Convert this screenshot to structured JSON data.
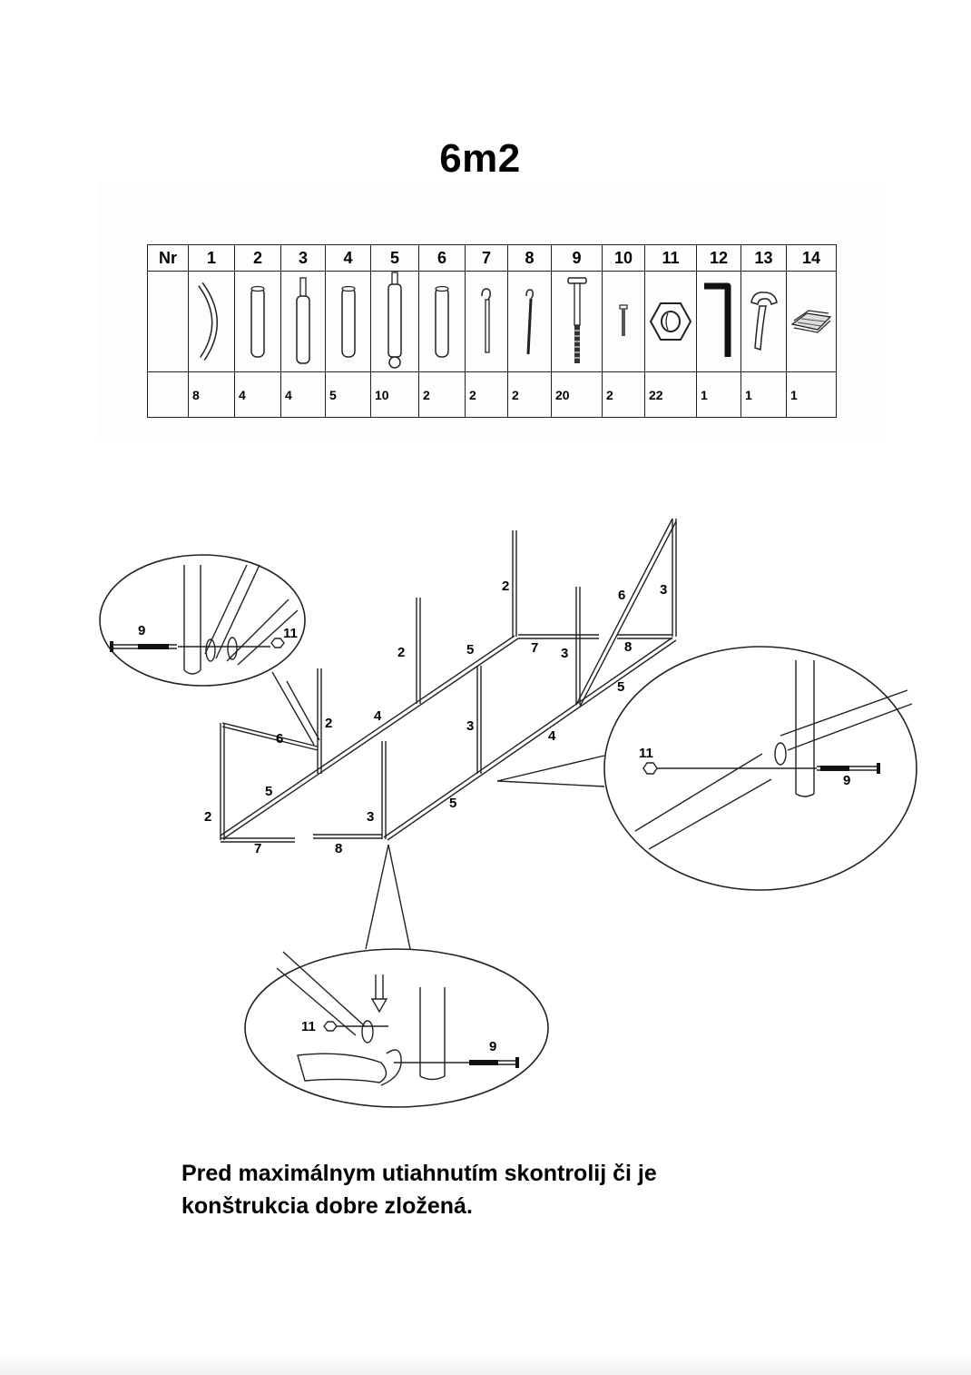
{
  "title": "6m2",
  "parts_table": {
    "header_label": "Nr",
    "parts": [
      {
        "nr": "1",
        "qty": "8",
        "icon": "curved-arc-bar-icon"
      },
      {
        "nr": "2",
        "qty": "4",
        "icon": "tube-icon"
      },
      {
        "nr": "3",
        "qty": "4",
        "icon": "tube-with-reduced-end-icon"
      },
      {
        "nr": "4",
        "qty": "5",
        "icon": "tube-icon"
      },
      {
        "nr": "5",
        "qty": "10",
        "icon": "tube-with-end-cap-icon"
      },
      {
        "nr": "6",
        "qty": "2",
        "icon": "tube-icon"
      },
      {
        "nr": "7",
        "qty": "2",
        "icon": "hook-rod-icon"
      },
      {
        "nr": "8",
        "qty": "2",
        "icon": "hook-rod-icon"
      },
      {
        "nr": "9",
        "qty": "20",
        "icon": "long-bolt-icon"
      },
      {
        "nr": "10",
        "qty": "2",
        "icon": "small-screw-icon"
      },
      {
        "nr": "11",
        "qty": "22",
        "icon": "hex-nut-icon"
      },
      {
        "nr": "12",
        "qty": "1",
        "icon": "allen-key-icon"
      },
      {
        "nr": "13",
        "qty": "1",
        "icon": "wrench-icon"
      },
      {
        "nr": "14",
        "qty": "1",
        "icon": "cover-sheet-icon"
      }
    ]
  },
  "assembly": {
    "part_labels": {
      "p2": "2",
      "p3": "3",
      "p4": "4",
      "p5": "5",
      "p6": "6",
      "p7": "7",
      "p8": "8",
      "p9": "9",
      "p11": "11"
    }
  },
  "note": {
    "line1": "Pred maximálnym utiahnutím skontrolij či je",
    "line2": "konštrukcia dobre zložená."
  }
}
